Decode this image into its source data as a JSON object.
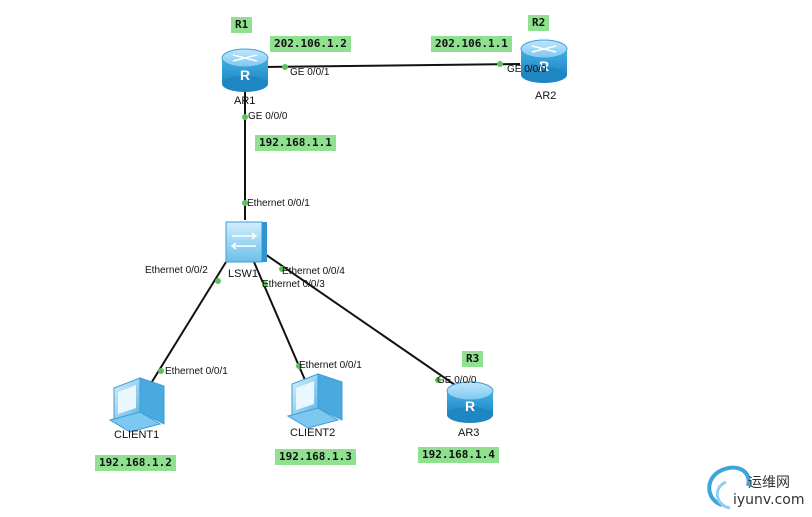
{
  "devices": {
    "ar1": {
      "name": "AR1",
      "tag": "R1",
      "ip_top": "202.106.1.2",
      "ip_side": "192.168.1.1"
    },
    "ar2": {
      "name": "AR2",
      "tag": "R2",
      "ip": "202.106.1.1"
    },
    "ar3": {
      "name": "AR3",
      "tag": "R3",
      "ip": "192.168.1.4"
    },
    "lsw1": {
      "name": "LSW1"
    },
    "client1": {
      "name": "CLIENT1",
      "ip": "192.168.1.2"
    },
    "client2": {
      "name": "CLIENT2",
      "ip": "192.168.1.3"
    }
  },
  "ports": {
    "ar1_ge001": "GE 0/0/1",
    "ar2_ge000": "GE 0/0/0",
    "ar1_ge000": "GE 0/0/0",
    "lsw1_e001": "Ethernet 0/0/1",
    "lsw1_e002": "Ethernet 0/0/2",
    "lsw1_e003": "Ethernet 0/0/3",
    "lsw1_e004": "Ethernet 0/0/4",
    "client1_e001": "Ethernet 0/0/1",
    "client2_e001": "Ethernet 0/0/1",
    "ar3_ge000": "GE 0/0/0"
  },
  "watermark": {
    "cn": "运维网",
    "en": "iyunv.com"
  },
  "colors": {
    "tag_bg": "#8fe08f",
    "link": "#111111",
    "port_dot": "#5cc15c",
    "device_blue": "#3aa6dc"
  }
}
